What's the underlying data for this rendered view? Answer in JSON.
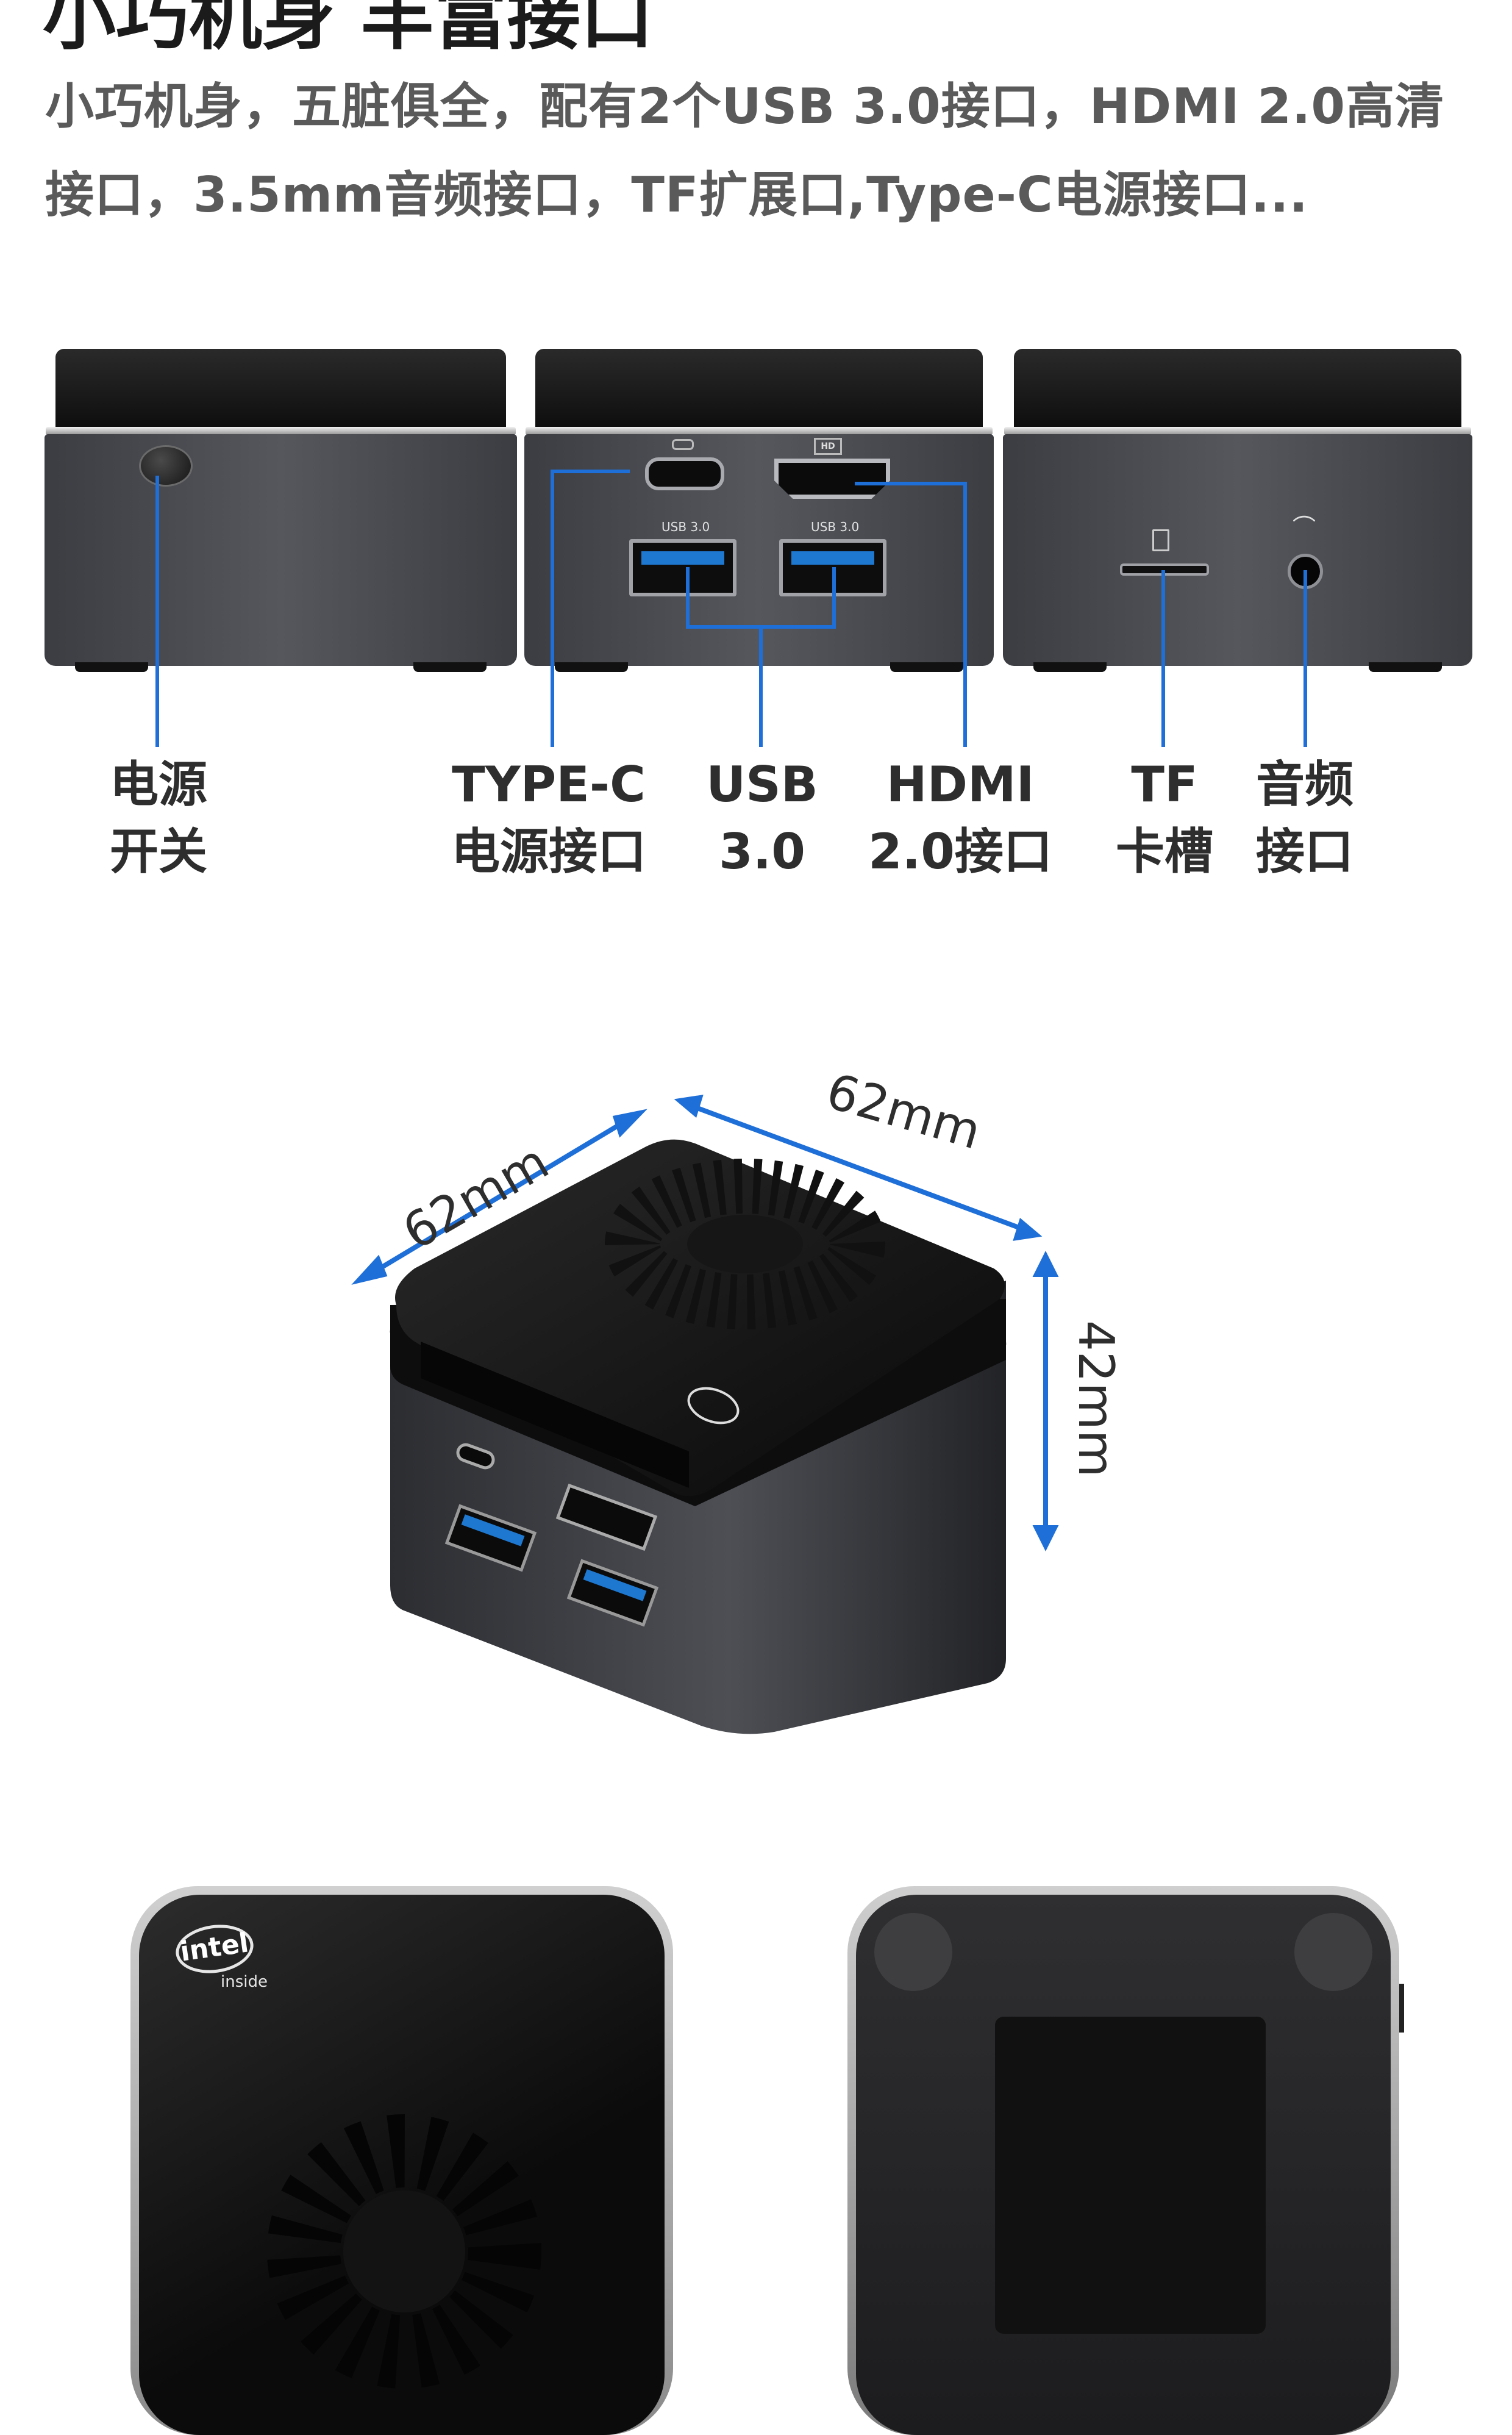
{
  "header": {
    "title": "小巧机身 丰富接口",
    "line1": "小巧机身，五脏俱全，配有2个USB 3.0接口，HDMI 2.0高清",
    "line2": "接口，3.5mm音频接口，TF扩展口,Type-C电源接口..."
  },
  "port_panels": {
    "usb_port_text": "USB 3.0",
    "hd_icon_text": "HD"
  },
  "port_labels": [
    {
      "line1": "电源",
      "line2": "开关"
    },
    {
      "line1": "TYPE-C",
      "line2": "电源接口"
    },
    {
      "line1": "USB",
      "line2": "3.0"
    },
    {
      "line1": "HDMI",
      "line2": "2.0接口"
    },
    {
      "line1": "TF",
      "line2": "卡槽"
    },
    {
      "line1": "音频",
      "line2": "接口"
    }
  ],
  "dimensions": {
    "width": "62mm",
    "depth": "62mm",
    "height": "42mm"
  },
  "device": {
    "badge_brand": "intel",
    "badge_sub": "inside"
  },
  "colors": {
    "accent_lines": "#1f6fd8",
    "device_body": "#3b3d42",
    "device_top": "#111111"
  }
}
